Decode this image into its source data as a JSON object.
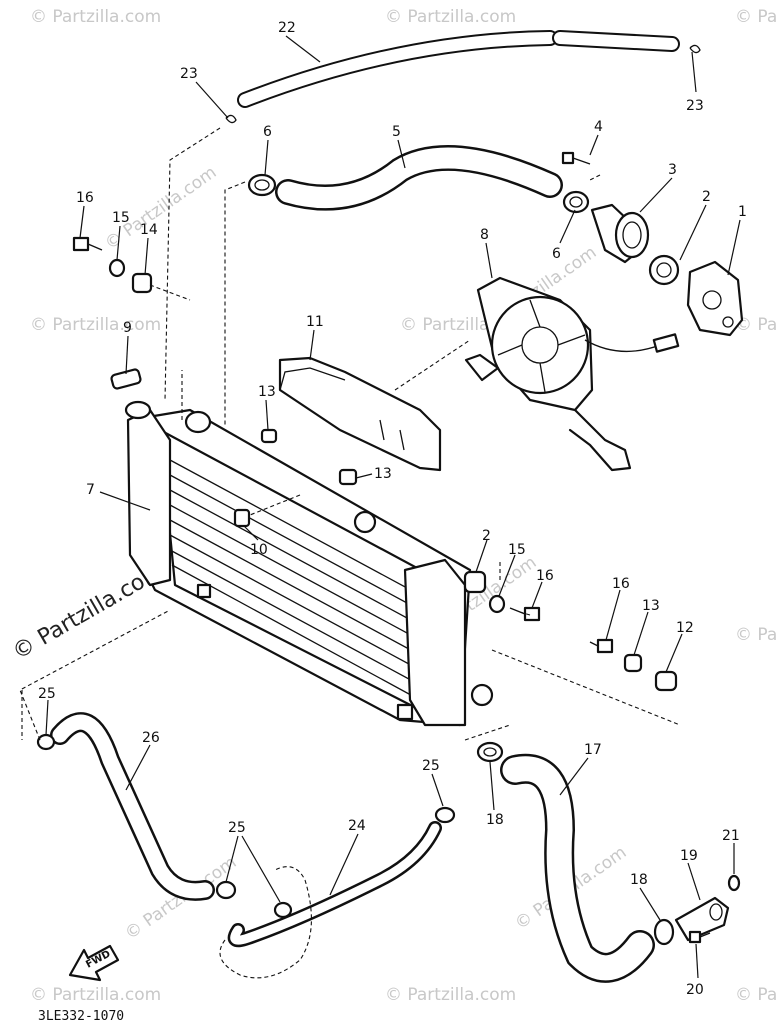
{
  "diagram": {
    "drawing_code": "3LE332-1070",
    "watermark": "© Partzilla.com",
    "watermark_prominent": "© Partzilla.com",
    "direction_tag": "FWD",
    "callouts": [
      "1",
      "2",
      "3",
      "4",
      "5",
      "6",
      "7",
      "8",
      "9",
      "10",
      "11",
      "12",
      "13",
      "14",
      "15",
      "16",
      "17",
      "18",
      "19",
      "20",
      "21",
      "22",
      "23",
      "24",
      "25",
      "26"
    ],
    "callout_2_lower": "2",
    "callout_6_lower": "6",
    "callout_13_upper": "13",
    "callout_13_mid": "13",
    "callout_13_right": "13",
    "callout_15_lower": "15",
    "callout_16_lower": "16",
    "callout_16_right": "16",
    "callout_18_right": "18",
    "callout_23_right": "23",
    "callout_25_mid": "25",
    "callout_25_right": "25"
  }
}
